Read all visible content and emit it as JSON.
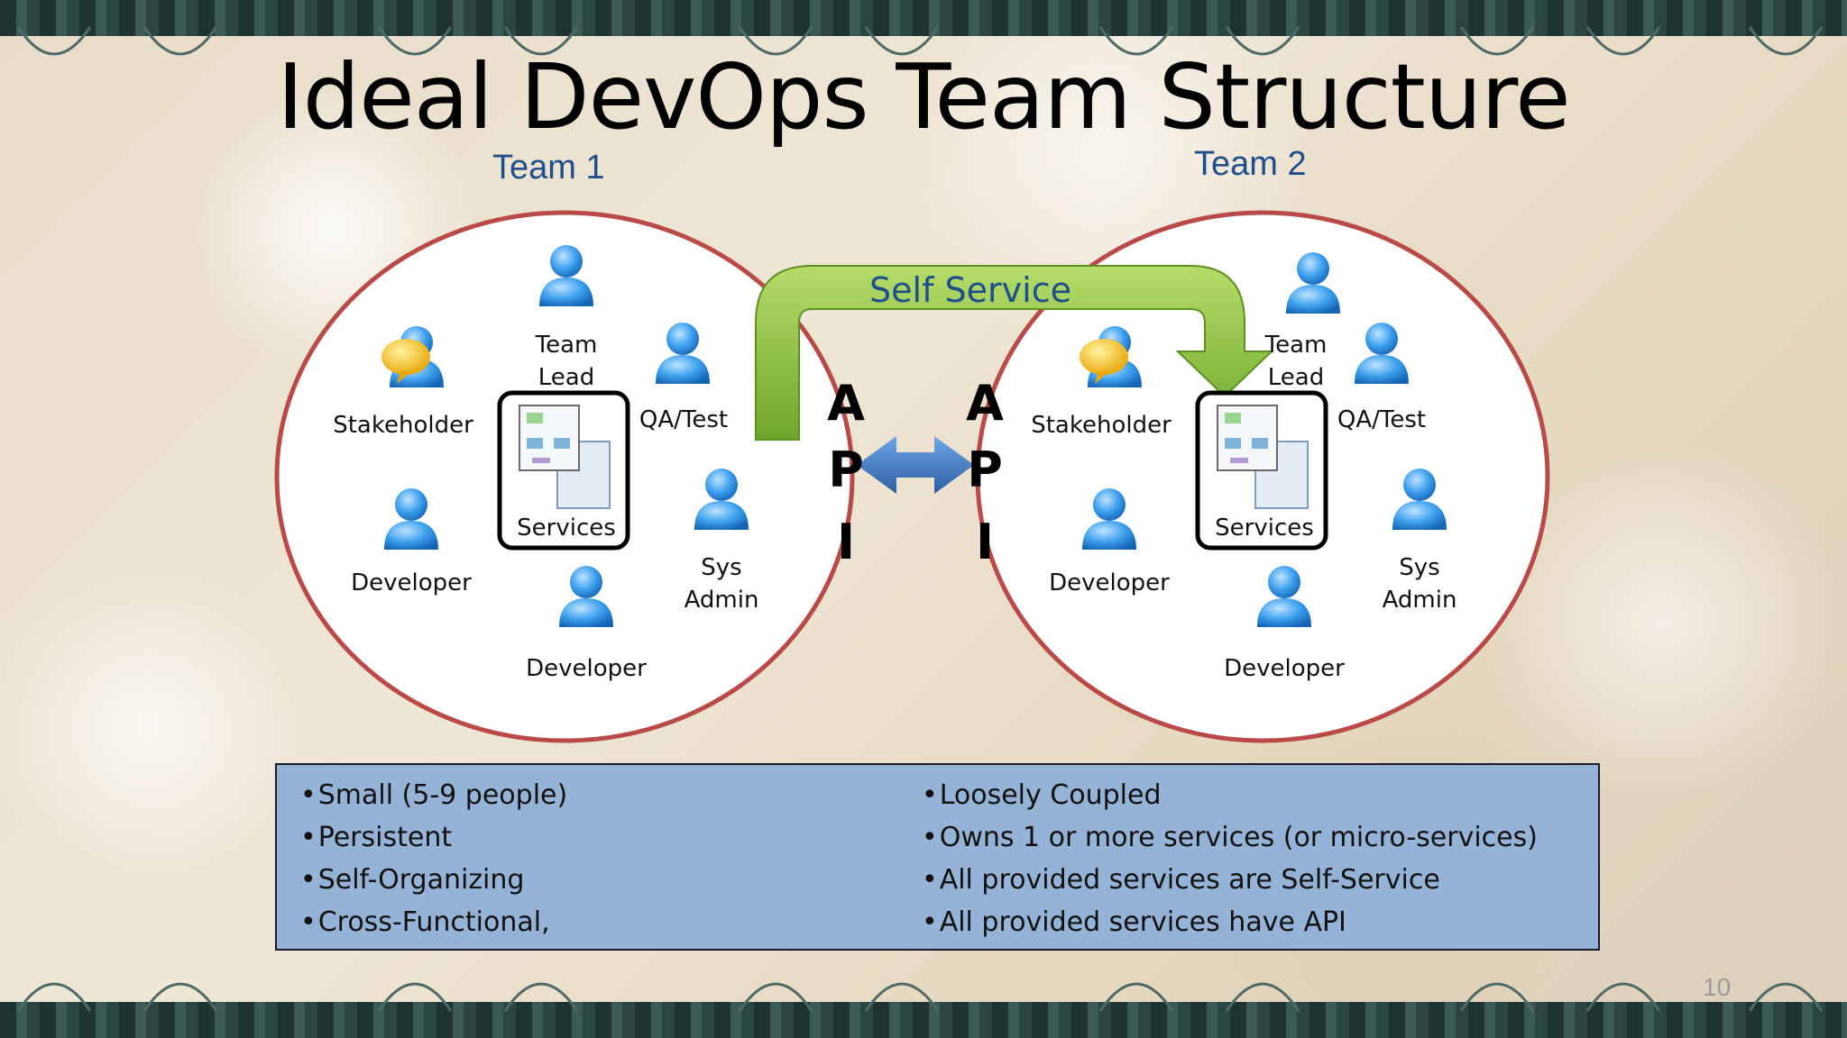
{
  "slide": {
    "title": "Ideal DevOps Team Structure",
    "page_number": "10"
  },
  "teams": [
    {
      "label": "Team 1",
      "roles": {
        "team_lead": [
          "Team",
          "Lead"
        ],
        "stakeholder": "Stakeholder",
        "qa_test": "QA/Test",
        "services": "Services",
        "developer_left": "Developer",
        "sys_admin": [
          "Sys",
          "Admin"
        ],
        "developer_bottom": "Developer"
      }
    },
    {
      "label": "Team 2",
      "roles": {
        "team_lead": [
          "Team",
          "Lead"
        ],
        "stakeholder": "Stakeholder",
        "qa_test": "QA/Test",
        "services": "Services",
        "developer_left": "Developer",
        "sys_admin": [
          "Sys",
          "Admin"
        ],
        "developer_bottom": "Developer"
      }
    }
  ],
  "connectors": {
    "self_service": "Self Service",
    "api_letters": [
      "A",
      "P",
      "I"
    ]
  },
  "bullets": {
    "left": [
      "Small (5-9 people)",
      "Persistent",
      "Self-Organizing",
      "Cross-Functional,"
    ],
    "right": [
      "Loosely Coupled",
      "Owns 1 or more services (or micro-services)",
      "All provided services are Self-Service",
      "All provided services have API"
    ]
  },
  "colors": {
    "circle_border": "#b94a48",
    "person_blue": "#2f8fdc",
    "arrow_green": "#8bc53f",
    "double_arrow_blue": "#3a73b8",
    "team_label": "#1f4e8c",
    "box_fill": "#95b3d7"
  }
}
